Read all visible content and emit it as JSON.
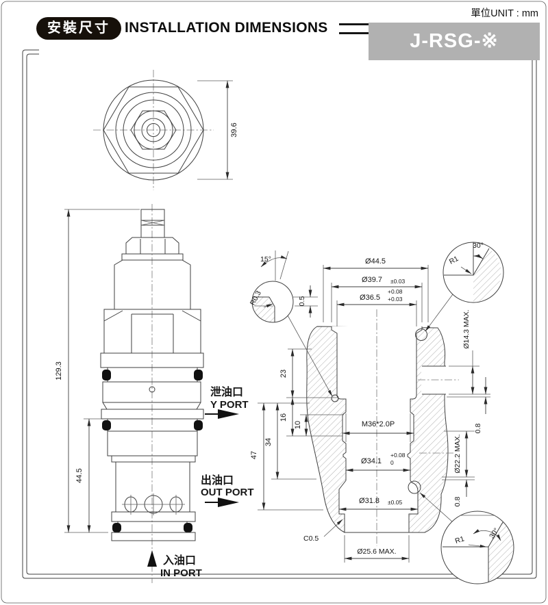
{
  "header": {
    "badge_zh": "安裝尺寸",
    "title_en": "INSTALLATION DIMENSIONS",
    "unit_label": "單位UNIT : mm",
    "model": "J-RSG-※"
  },
  "colors": {
    "banner": "#b1b1b1",
    "badge_bg": "#16100a",
    "line": "#3f3f3f"
  },
  "top_view": {
    "dim_height": "39.6"
  },
  "side_view": {
    "dim_overall": "129.3",
    "dim_lower": "44.5",
    "y_port_zh": "泄油口",
    "y_port_en": "Y PORT",
    "out_port_zh": "出油口",
    "out_port_en": "OUT PORT",
    "in_port_zh": "入油口",
    "in_port_en": "IN PORT"
  },
  "section": {
    "dims": {
      "d44_5": "Ø44.5",
      "d39_7": "Ø39.7",
      "d39_7_tol": "±0.03",
      "d36_5": "Ø36.5",
      "d36_5_tol_u": "+0.08",
      "d36_5_tol_l": "+0.03",
      "step_0_5": "0.5",
      "angle_15": "15°",
      "r0_3": "R0.3",
      "angle_30_top": "30°",
      "r1_top": "R1",
      "d14_3": "Ø14.3 MAX.",
      "v23": "23",
      "v16": "16",
      "v10": "10",
      "v34": "34",
      "v47": "47",
      "thread": "M36*2.0P",
      "d34_1": "Ø34.1",
      "d34_1_tol_u": "+0.08",
      "d34_1_tol_l": "0",
      "d22_2": "Ø22.2 MAX.",
      "g0_8_upper": "0.8",
      "g0_8_lower": "0.8",
      "d31_8": "Ø31.8",
      "d31_8_tol": "±0.05",
      "c0_5": "C0.5",
      "d25_6": "Ø25.6 MAX.",
      "r1_bottom": "R1",
      "angle_30_bottom": "30°"
    }
  }
}
